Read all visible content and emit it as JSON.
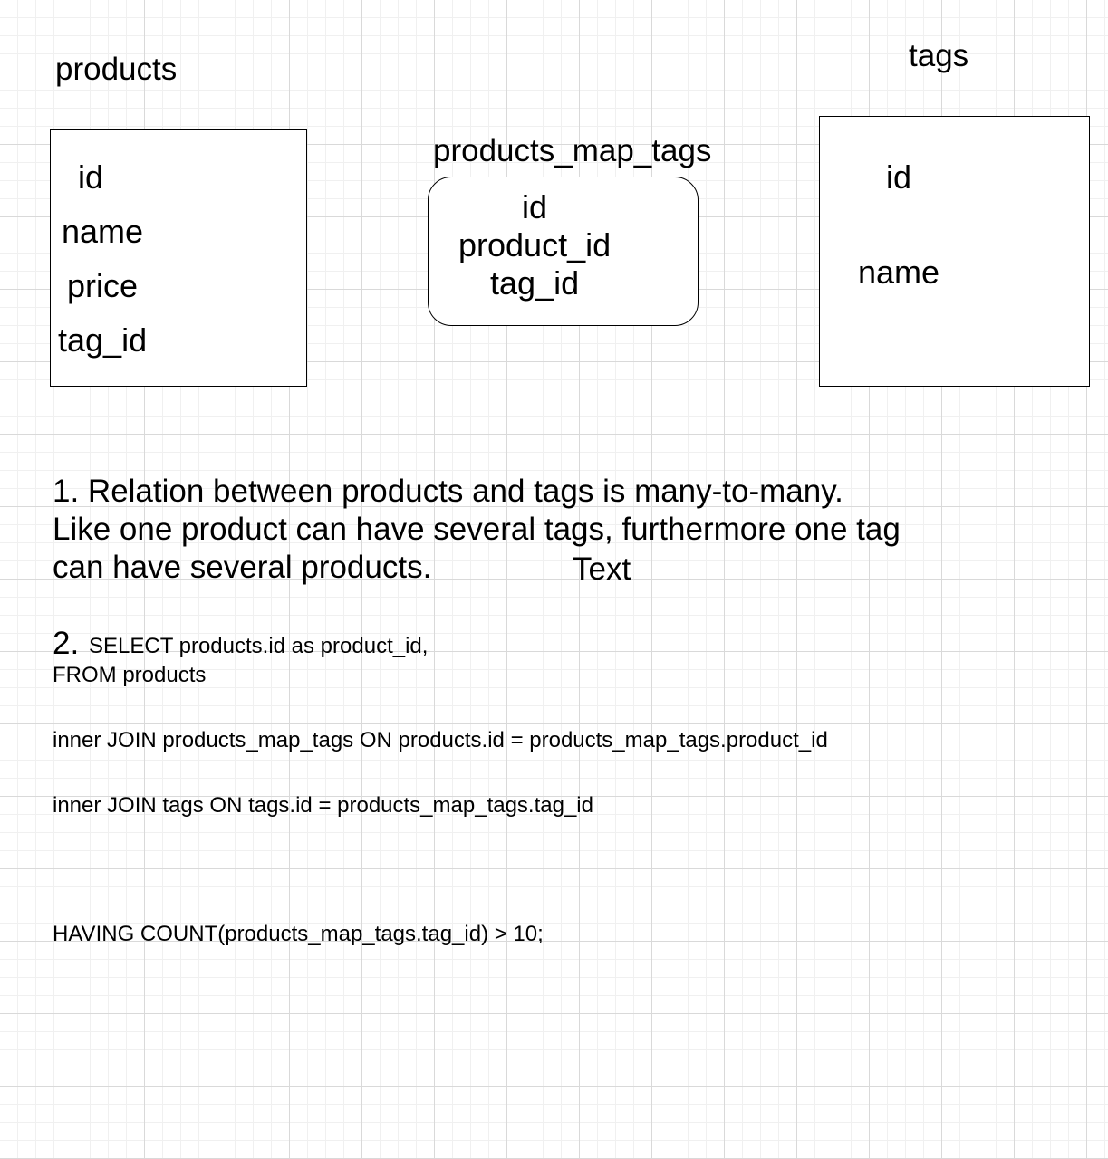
{
  "entities": {
    "products": {
      "title": "products",
      "fields": [
        "id",
        "name",
        "price",
        "tag_id"
      ]
    },
    "products_map_tags": {
      "title": "products_map_tags",
      "fields": [
        "id",
        "product_id",
        "tag_id"
      ]
    },
    "tags": {
      "title": "tags",
      "fields": [
        "id",
        "name"
      ]
    }
  },
  "notes": {
    "one": {
      "lines": [
        "1. Relation between products and tags is many-to-many.",
        "Like one product can have several tags, furthermore one tag",
        "can have several products."
      ],
      "floating_text": "Text"
    },
    "two": {
      "number": "2.",
      "lines": [
        "SELECT products.id as product_id,",
        "FROM products",
        "inner JOIN products_map_tags ON products.id = products_map_tags.product_id",
        "inner JOIN tags ON tags.id = products_map_tags.tag_id",
        "HAVING COUNT(products_map_tags.tag_id) > 10;"
      ]
    }
  }
}
